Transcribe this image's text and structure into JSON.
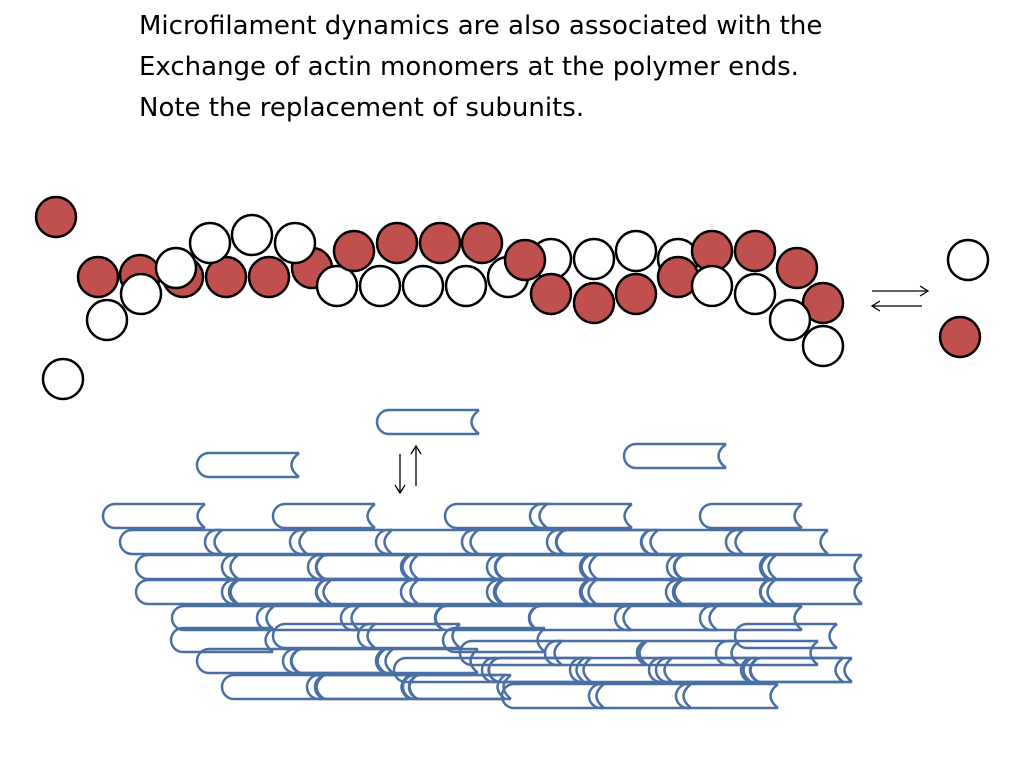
{
  "caption": {
    "line1": "Microfilament dynamics are also associated with the",
    "line2": "Exchange of actin monomers at the polymer ends.",
    "line3": "Note the replacement of subunits."
  },
  "colors": {
    "subunit_red": "#c0504d",
    "subunit_white": "#ffffff",
    "outline": "#000000",
    "filament_stroke": "#4a6fa5"
  },
  "icons": {
    "equilibrium_arrows": "equilibrium-arrows-icon",
    "vertical_exchange_arrows": "vertical-exchange-arrows-icon"
  }
}
